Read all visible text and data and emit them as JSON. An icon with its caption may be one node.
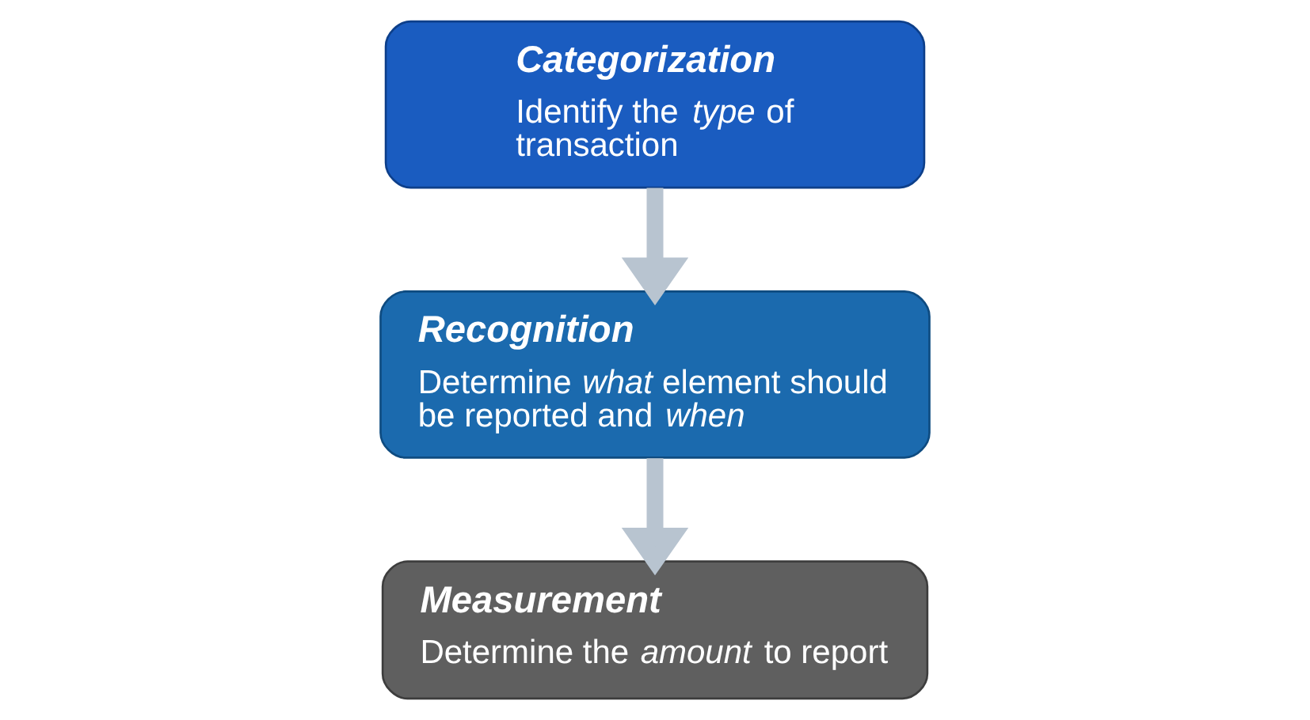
{
  "diagram": {
    "nodes": [
      {
        "text": [
          "Categorization",
          "Identify the *type* of transaction"
        ]
      },
      {
        "text": [
          "Recognition",
          "Determine *what* element should be reported and *when*"
        ]
      },
      {
        "text": [
          "Measurement",
          "Determine the *amount* to report"
        ]
      }
    ],
    "edges": [
      {
        "from": 0,
        "to": 1,
        "arrow": "to"
      },
      {
        "from": 1,
        "to": 2,
        "arrow": "to"
      }
    ]
  }
}
